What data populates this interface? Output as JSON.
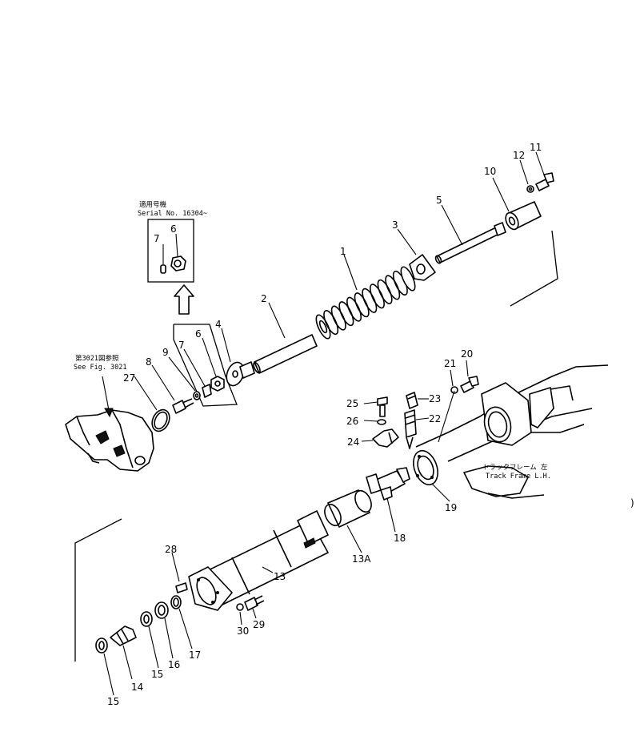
{
  "callouts": [
    {
      "id": "c1",
      "text": "1"
    },
    {
      "id": "c2",
      "text": "2"
    },
    {
      "id": "c3",
      "text": "3"
    },
    {
      "id": "c4",
      "text": "4"
    },
    {
      "id": "c5",
      "text": "5"
    },
    {
      "id": "c6a",
      "text": "6"
    },
    {
      "id": "c6b",
      "text": "6"
    },
    {
      "id": "c7a",
      "text": "7"
    },
    {
      "id": "c7b",
      "text": "7"
    },
    {
      "id": "c8",
      "text": "8"
    },
    {
      "id": "c9",
      "text": "9"
    },
    {
      "id": "c10",
      "text": "10"
    },
    {
      "id": "c11",
      "text": "11"
    },
    {
      "id": "c12",
      "text": "12"
    },
    {
      "id": "c13",
      "text": "13"
    },
    {
      "id": "c13a",
      "text": "13A"
    },
    {
      "id": "c14",
      "text": "14"
    },
    {
      "id": "c15a",
      "text": "15"
    },
    {
      "id": "c15b",
      "text": "15"
    },
    {
      "id": "c16",
      "text": "16"
    },
    {
      "id": "c17",
      "text": "17"
    },
    {
      "id": "c18",
      "text": "18"
    },
    {
      "id": "c19",
      "text": "19"
    },
    {
      "id": "c20",
      "text": "20"
    },
    {
      "id": "c21",
      "text": "21"
    },
    {
      "id": "c22",
      "text": "22"
    },
    {
      "id": "c23",
      "text": "23"
    },
    {
      "id": "c24",
      "text": "24"
    },
    {
      "id": "c25",
      "text": "25"
    },
    {
      "id": "c26",
      "text": "26"
    },
    {
      "id": "c27",
      "text": "27"
    },
    {
      "id": "c28",
      "text": "28"
    },
    {
      "id": "c29",
      "text": "29"
    },
    {
      "id": "c30",
      "text": "30"
    }
  ],
  "notes": {
    "serial_jp": "適用号機",
    "serial_en": "Serial No. 16304~",
    "fig_ref_jp": "第3021図参照",
    "fig_ref_en": "See Fig. 3021",
    "track_frame_jp": "トラックフレーム 左",
    "track_frame_en": "Track Frame L.H."
  }
}
